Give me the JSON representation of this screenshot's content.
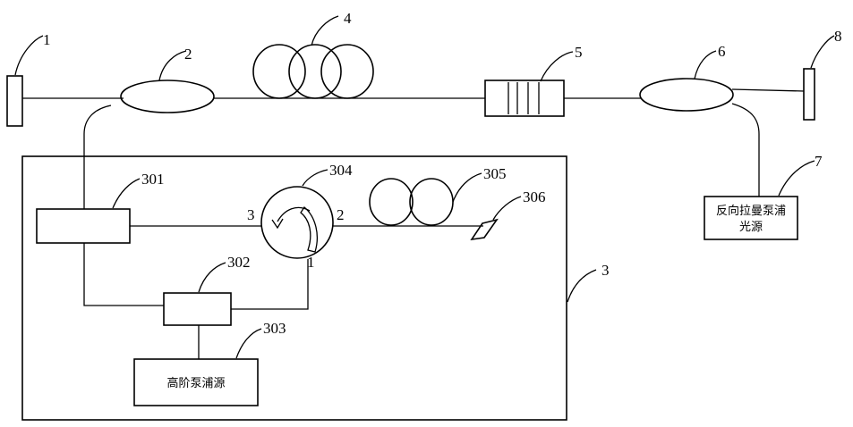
{
  "labels": {
    "n1": "1",
    "n2": "2",
    "n3": "3",
    "n4": "4",
    "n5": "5",
    "n6": "6",
    "n7": "7",
    "n8": "8",
    "n301": "301",
    "n302": "302",
    "n303": "303",
    "n304": "304",
    "n305": "305",
    "n306": "306",
    "port1": "1",
    "port2": "2",
    "port3": "3"
  },
  "boxes": {
    "reverse_pump_line1": "反向拉曼泵浦",
    "reverse_pump_line2": "光源",
    "high_order_pump": "高阶泵浦源"
  }
}
